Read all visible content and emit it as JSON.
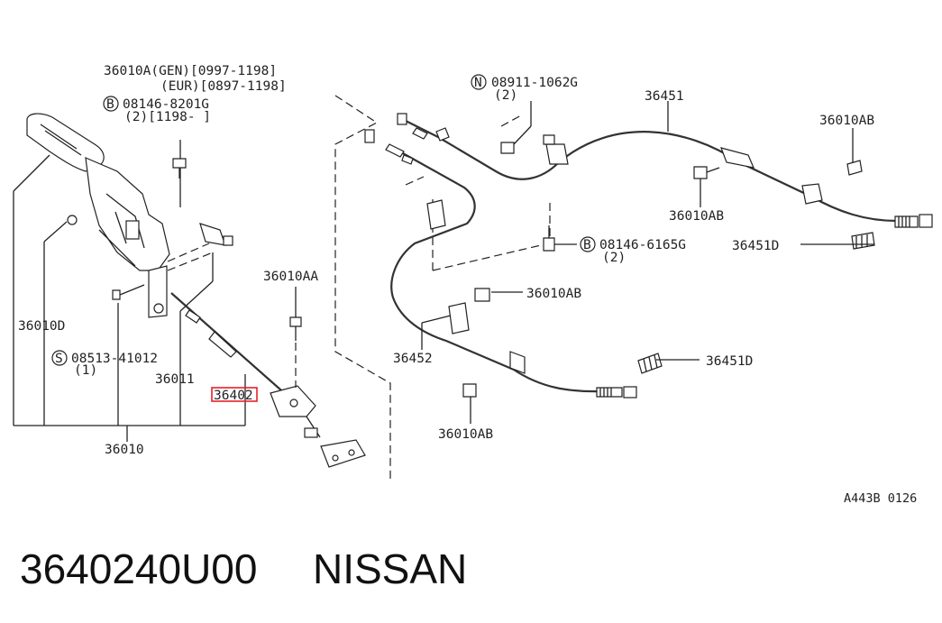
{
  "diagram": {
    "labels": {
      "gen": "36010A(GEN)[0997-1198]",
      "eur": "(EUR)[0897-1198]",
      "bolt1_code": "08146-8201G",
      "bolt1_qty": "(2)[1198-    ]",
      "nut_code": "08911-1062G",
      "nut_qty": "(2)",
      "p36451": "36451",
      "p36010ab_a": "36010AB",
      "p36010ab_b": "36010AB",
      "bolt2_code": "08146-6165G",
      "bolt2_qty": "(2)",
      "p36451d_a": "36451D",
      "p36010aa": "36010AA",
      "p36010ab_c": "36010AB",
      "p36010d": "36010D",
      "screw_code": "08513-41012",
      "screw_qty": "(1)",
      "p36011": "36011",
      "p36402": "36402",
      "p36452": "36452",
      "p36451d_b": "36451D",
      "p36010ab_d": "36010AB",
      "p36010": "36010",
      "diagram_id": "A443B 0126"
    },
    "symbols": {
      "bolt": "B",
      "nut": "N",
      "screw": "S"
    },
    "highlight_color": "#e8202a"
  },
  "footer": {
    "part_number": "3640240U00",
    "brand": "NISSAN"
  }
}
